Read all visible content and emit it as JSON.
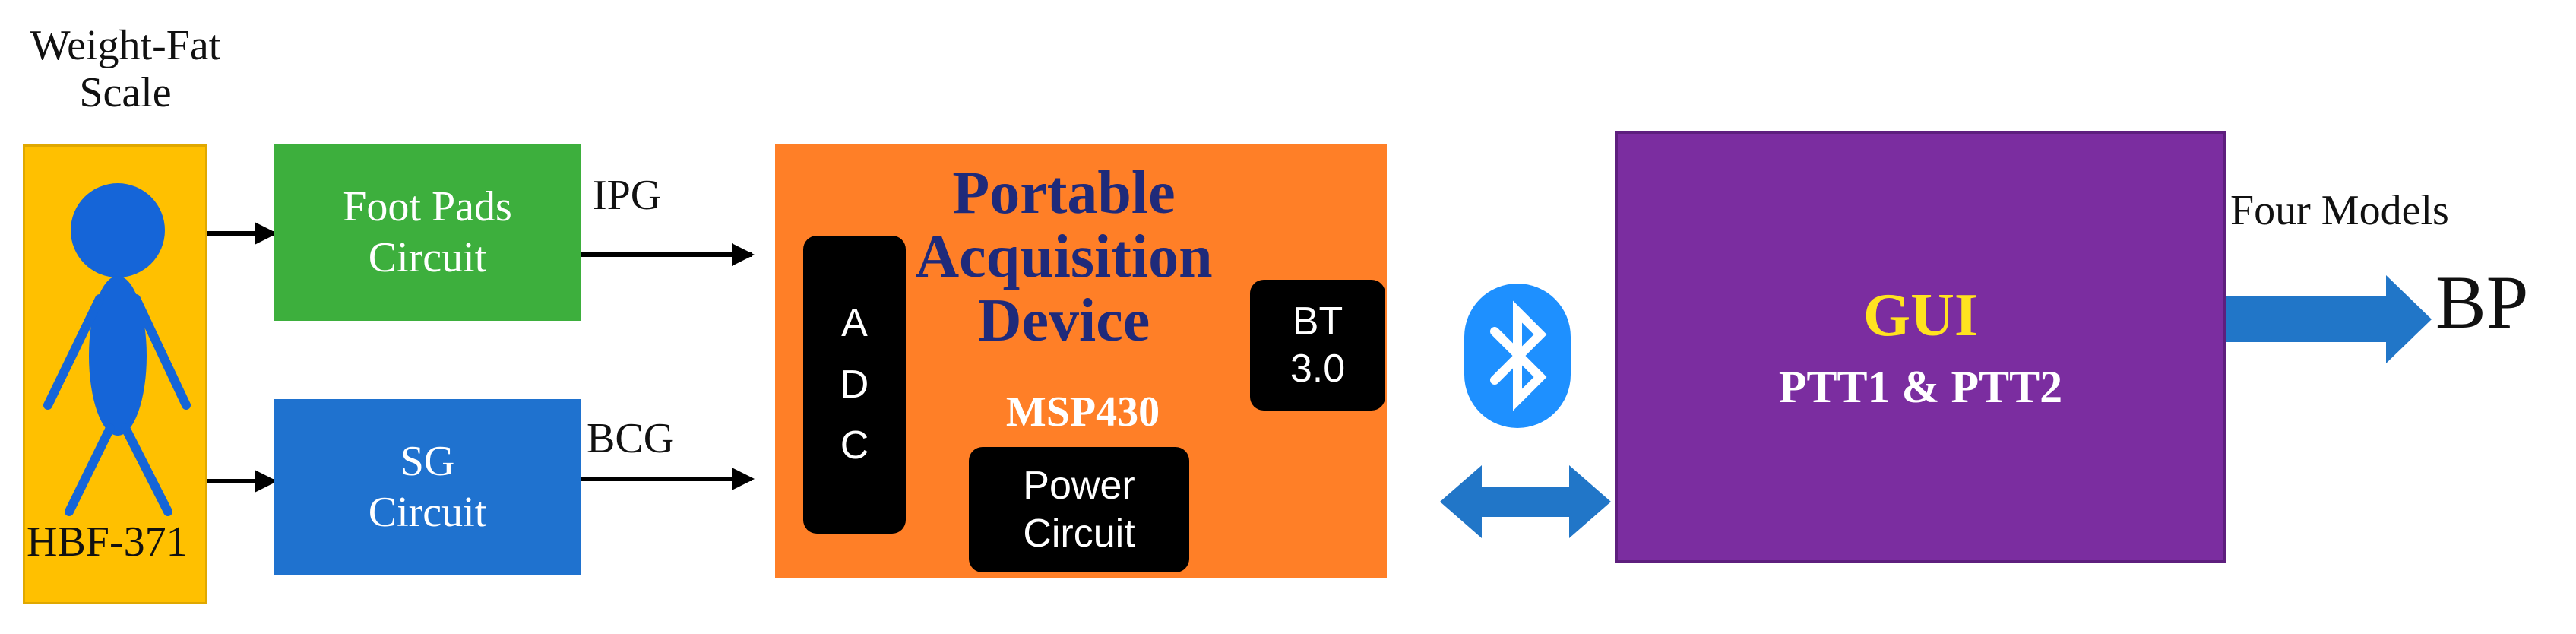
{
  "scale": {
    "caption_line1": "Weight-Fat",
    "caption_line2": "Scale",
    "model": "HBF-371"
  },
  "foot_pads": {
    "line1": "Foot Pads",
    "line2": "Circuit"
  },
  "sg": {
    "line1": "SG",
    "line2": "Circuit"
  },
  "signals": {
    "ipg": "IPG",
    "bcg": "BCG"
  },
  "device": {
    "title_line1": "Portable",
    "title_line2": "Acquisition",
    "title_line3": "Device",
    "mcu": "MSP430",
    "adc": [
      "A",
      "D",
      "C"
    ],
    "bt_line1": "BT",
    "bt_line2": "3.0",
    "power_line1": "Power",
    "power_line2": "Circuit"
  },
  "gui": {
    "title": "GUI",
    "subtitle": "PTT1 & PTT2"
  },
  "output": {
    "models_label": "Four Models",
    "result": "BP"
  },
  "icons": {
    "wireless": "bluetooth-icon",
    "person": "person-figure-icon"
  },
  "colors": {
    "scale": "#FFC000",
    "foot_pads": "#3DAF3D",
    "sg": "#1F72CF",
    "device": "#FF7F27",
    "device_title": "#1F2A7A",
    "chip": "#000000",
    "gui": "#7B2DA0",
    "gui_title": "#FFE21F",
    "arrow": "#2176C8",
    "figure": "#1565D8",
    "bluetooth": "#1E90FF"
  }
}
